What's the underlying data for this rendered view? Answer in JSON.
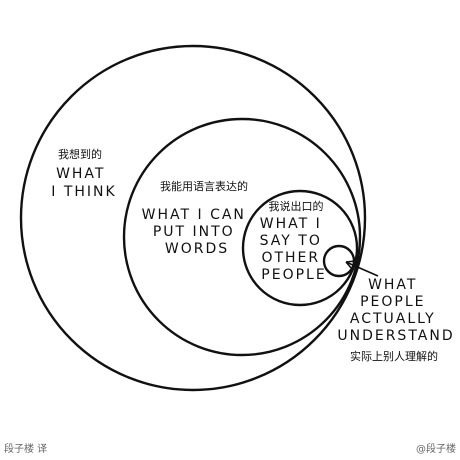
{
  "diagram": {
    "circles": [
      {
        "zh_label": "我想到的",
        "en_lines": [
          "WHAT",
          "I THINK"
        ]
      },
      {
        "zh_label": "我能用语言表达的",
        "en_lines": [
          "WHAT I CAN",
          "PUT INTO",
          "WORDS"
        ]
      },
      {
        "zh_label": "我说出口的",
        "en_lines": [
          "WHAT I",
          "SAY TO",
          "OTHER",
          "PEOPLE"
        ]
      },
      {
        "zh_label": "实际上别人理解的",
        "en_lines": [
          "WHAT",
          "PEOPLE",
          "ACTUALLY",
          "UNDERSTAND"
        ]
      }
    ]
  },
  "footer": {
    "credit": "段子楼 译",
    "watermark": "@段子楼"
  }
}
